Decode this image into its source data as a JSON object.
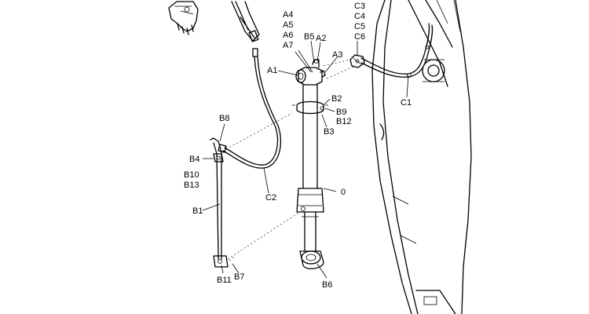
{
  "labels": {
    "A4": "A4",
    "A5": "A5",
    "A6": "A6",
    "A7": "A7",
    "B5": "B5",
    "A2": "A2",
    "A3": "A3",
    "A1": "A1",
    "C3": "C3",
    "C4": "C4",
    "C5": "C5",
    "C6": "C6",
    "C1": "C1",
    "B2": "B2",
    "B9": "B9",
    "B12": "B12",
    "B3": "B3",
    "B8": "B8",
    "B4": "B4",
    "B10": "B10",
    "B13": "B13",
    "C2": "C2",
    "O": "0",
    "B1": "B1",
    "B11": "B11",
    "B7": "B7",
    "B6": "B6"
  }
}
